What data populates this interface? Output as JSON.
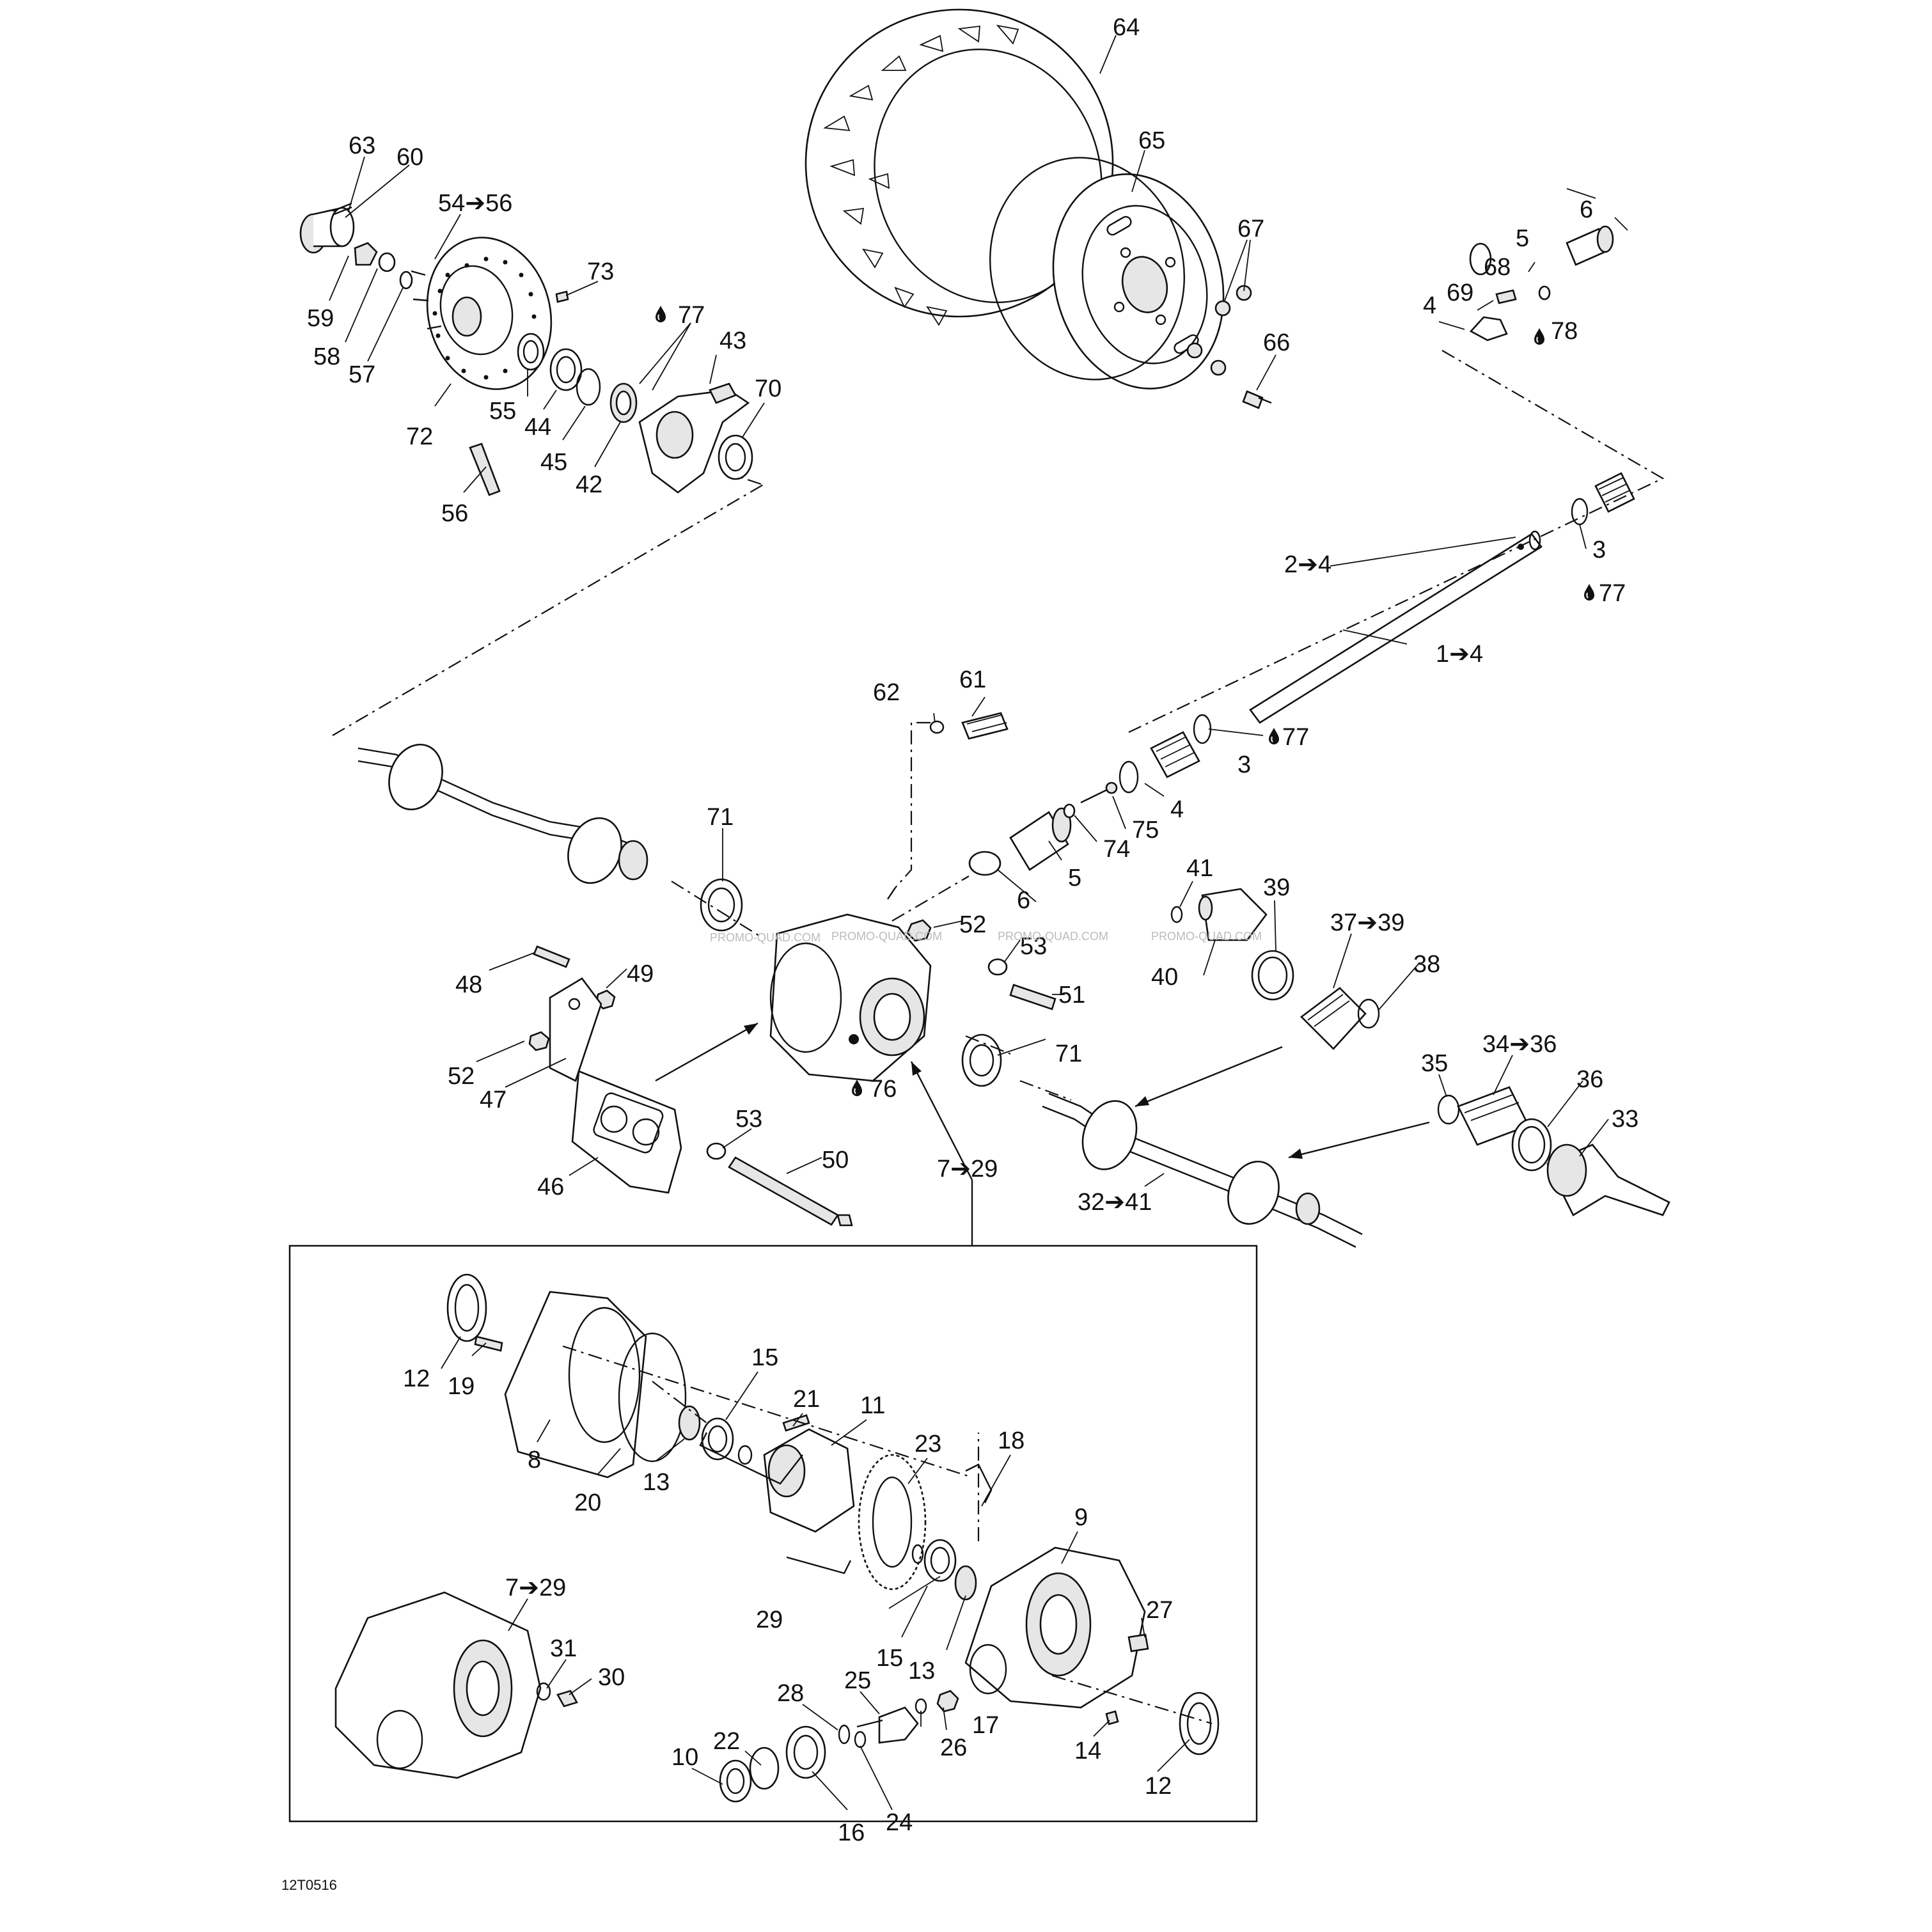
{
  "diagram_code": "12T0516",
  "watermark": "PROMO-QUAD.COM",
  "callouts": {
    "c1": "1➔4",
    "c2": "2➔4",
    "c3a": "3",
    "c3b": "3",
    "c4a": "4",
    "c4b": "4",
    "c5a": "5",
    "c5b": "5",
    "c6a": "6",
    "c6b": "6",
    "c7a": "7➔29",
    "c7b": "7➔29",
    "c8": "8",
    "c9": "9",
    "c10": "10",
    "c11": "11",
    "c12a": "12",
    "c12b": "12",
    "c13a": "13",
    "c13b": "13",
    "c14": "14",
    "c15a": "15",
    "c15b": "15",
    "c16": "16",
    "c17": "17",
    "c18": "18",
    "c19": "19",
    "c20": "20",
    "c21": "21",
    "c22": "22",
    "c23": "23",
    "c24": "24",
    "c25": "25",
    "c26": "26",
    "c27": "27",
    "c28": "28",
    "c29": "29",
    "c30": "30",
    "c31": "31",
    "c32": "32➔41",
    "c33": "33",
    "c34": "34➔36",
    "c35": "35",
    "c36": "36",
    "c37": "37➔39",
    "c38": "38",
    "c39": "39",
    "c40": "40",
    "c41": "41",
    "c42": "42",
    "c43": "43",
    "c44": "44",
    "c45": "45",
    "c46": "46",
    "c47": "47",
    "c48": "48",
    "c49": "49",
    "c50": "50",
    "c51": "51",
    "c52a": "52",
    "c52b": "52",
    "c53a": "53",
    "c53b": "53",
    "c54": "54➔56",
    "c55": "55",
    "c56": "56",
    "c57": "57",
    "c58": "58",
    "c59": "59",
    "c60": "60",
    "c61": "61",
    "c62": "62",
    "c63": "63",
    "c64": "64",
    "c65": "65",
    "c66": "66",
    "c67": "67",
    "c68": "68",
    "c69": "69",
    "c70": "70",
    "c71a": "71",
    "c71b": "71",
    "c72": "72",
    "c73": "73",
    "c74": "74",
    "c75": "75",
    "c76": "76",
    "c77a": "77",
    "c77b": "77",
    "c77c": "77",
    "c78": "78"
  },
  "icons": [
    "lubricant-drop-icon"
  ]
}
